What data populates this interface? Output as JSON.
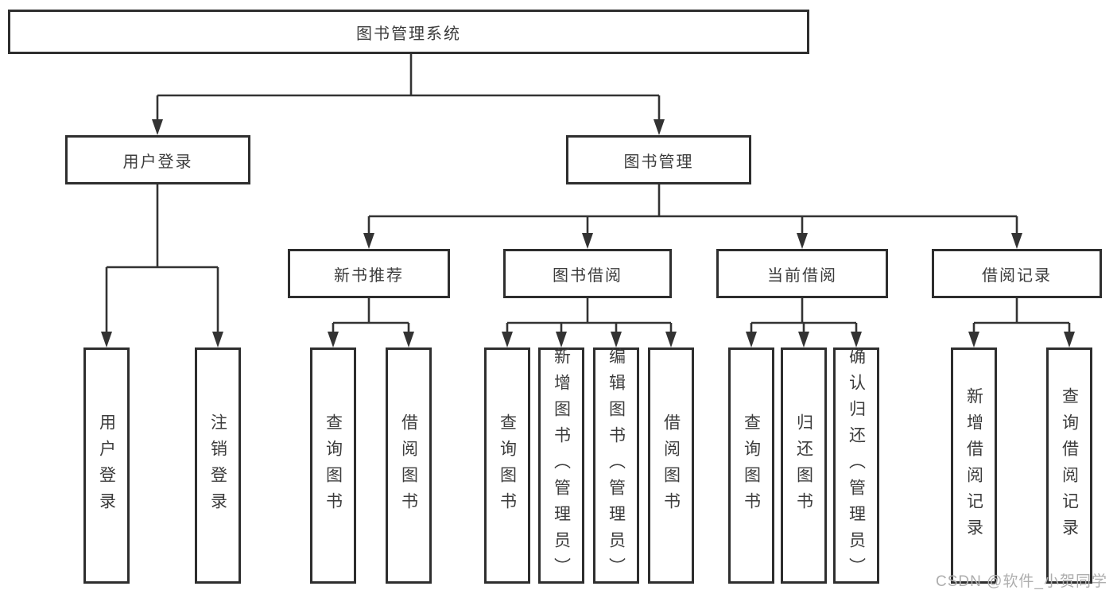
{
  "tree": {
    "label": "图书管理系统",
    "children": [
      {
        "label": "用户登录",
        "children": [
          {
            "label": "用户登录"
          },
          {
            "label": "注销登录"
          }
        ]
      },
      {
        "label": "图书管理",
        "children": [
          {
            "label": "新书推荐",
            "children": [
              {
                "label": "查询图书"
              },
              {
                "label": "借阅图书"
              }
            ]
          },
          {
            "label": "图书借阅",
            "children": [
              {
                "label": "查询图书"
              },
              {
                "label": "新增图书（管理员）"
              },
              {
                "label": "编辑图书（管理员）"
              },
              {
                "label": "借阅图书"
              }
            ]
          },
          {
            "label": "当前借阅",
            "children": [
              {
                "label": "查询图书"
              },
              {
                "label": "归还图书"
              },
              {
                "label": "确认归还（管理员）"
              }
            ]
          },
          {
            "label": "借阅记录",
            "children": [
              {
                "label": "新增借阅记录"
              },
              {
                "label": "查询借阅记录"
              }
            ]
          }
        ]
      }
    ]
  },
  "watermark": {
    "text": "CSDN @软件_小贺同学"
  },
  "colors": {
    "line": "#333333",
    "box_border": "#2e2e2e",
    "text": "#3c3c3c",
    "watermark": "#aeaeae"
  }
}
